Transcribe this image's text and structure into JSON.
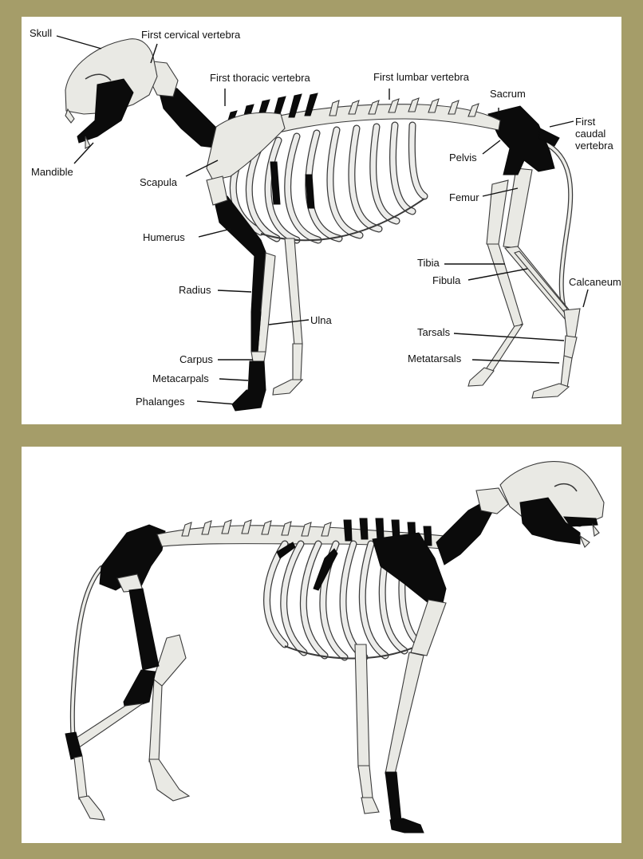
{
  "labels": {
    "skull": "Skull",
    "first_cervical": "First cervical vertebra",
    "first_thoracic": "First thoracic vertebra",
    "first_lumbar": "First lumbar vertebra",
    "sacrum": "Sacrum",
    "first_caudal": [
      "First",
      "caudal",
      "vertebra"
    ],
    "mandible": "Mandible",
    "scapula": "Scapula",
    "pelvis": "Pelvis",
    "femur": "Femur",
    "humerus": "Humerus",
    "tibia": "Tibia",
    "fibula": "Fibula",
    "radius": "Radius",
    "calcaneum": "Calcaneum",
    "ulna": "Ulna",
    "tarsals": "Tarsals",
    "carpus": "Carpus",
    "metatarsals": "Metatarsals",
    "metacarpals": "Metacarpals",
    "phalanges": "Phalanges"
  },
  "colors": {
    "frame": "#a59d69",
    "panel": "#ffffff",
    "highlight": "#0b0b0b",
    "bone": "#e9e9e4"
  }
}
